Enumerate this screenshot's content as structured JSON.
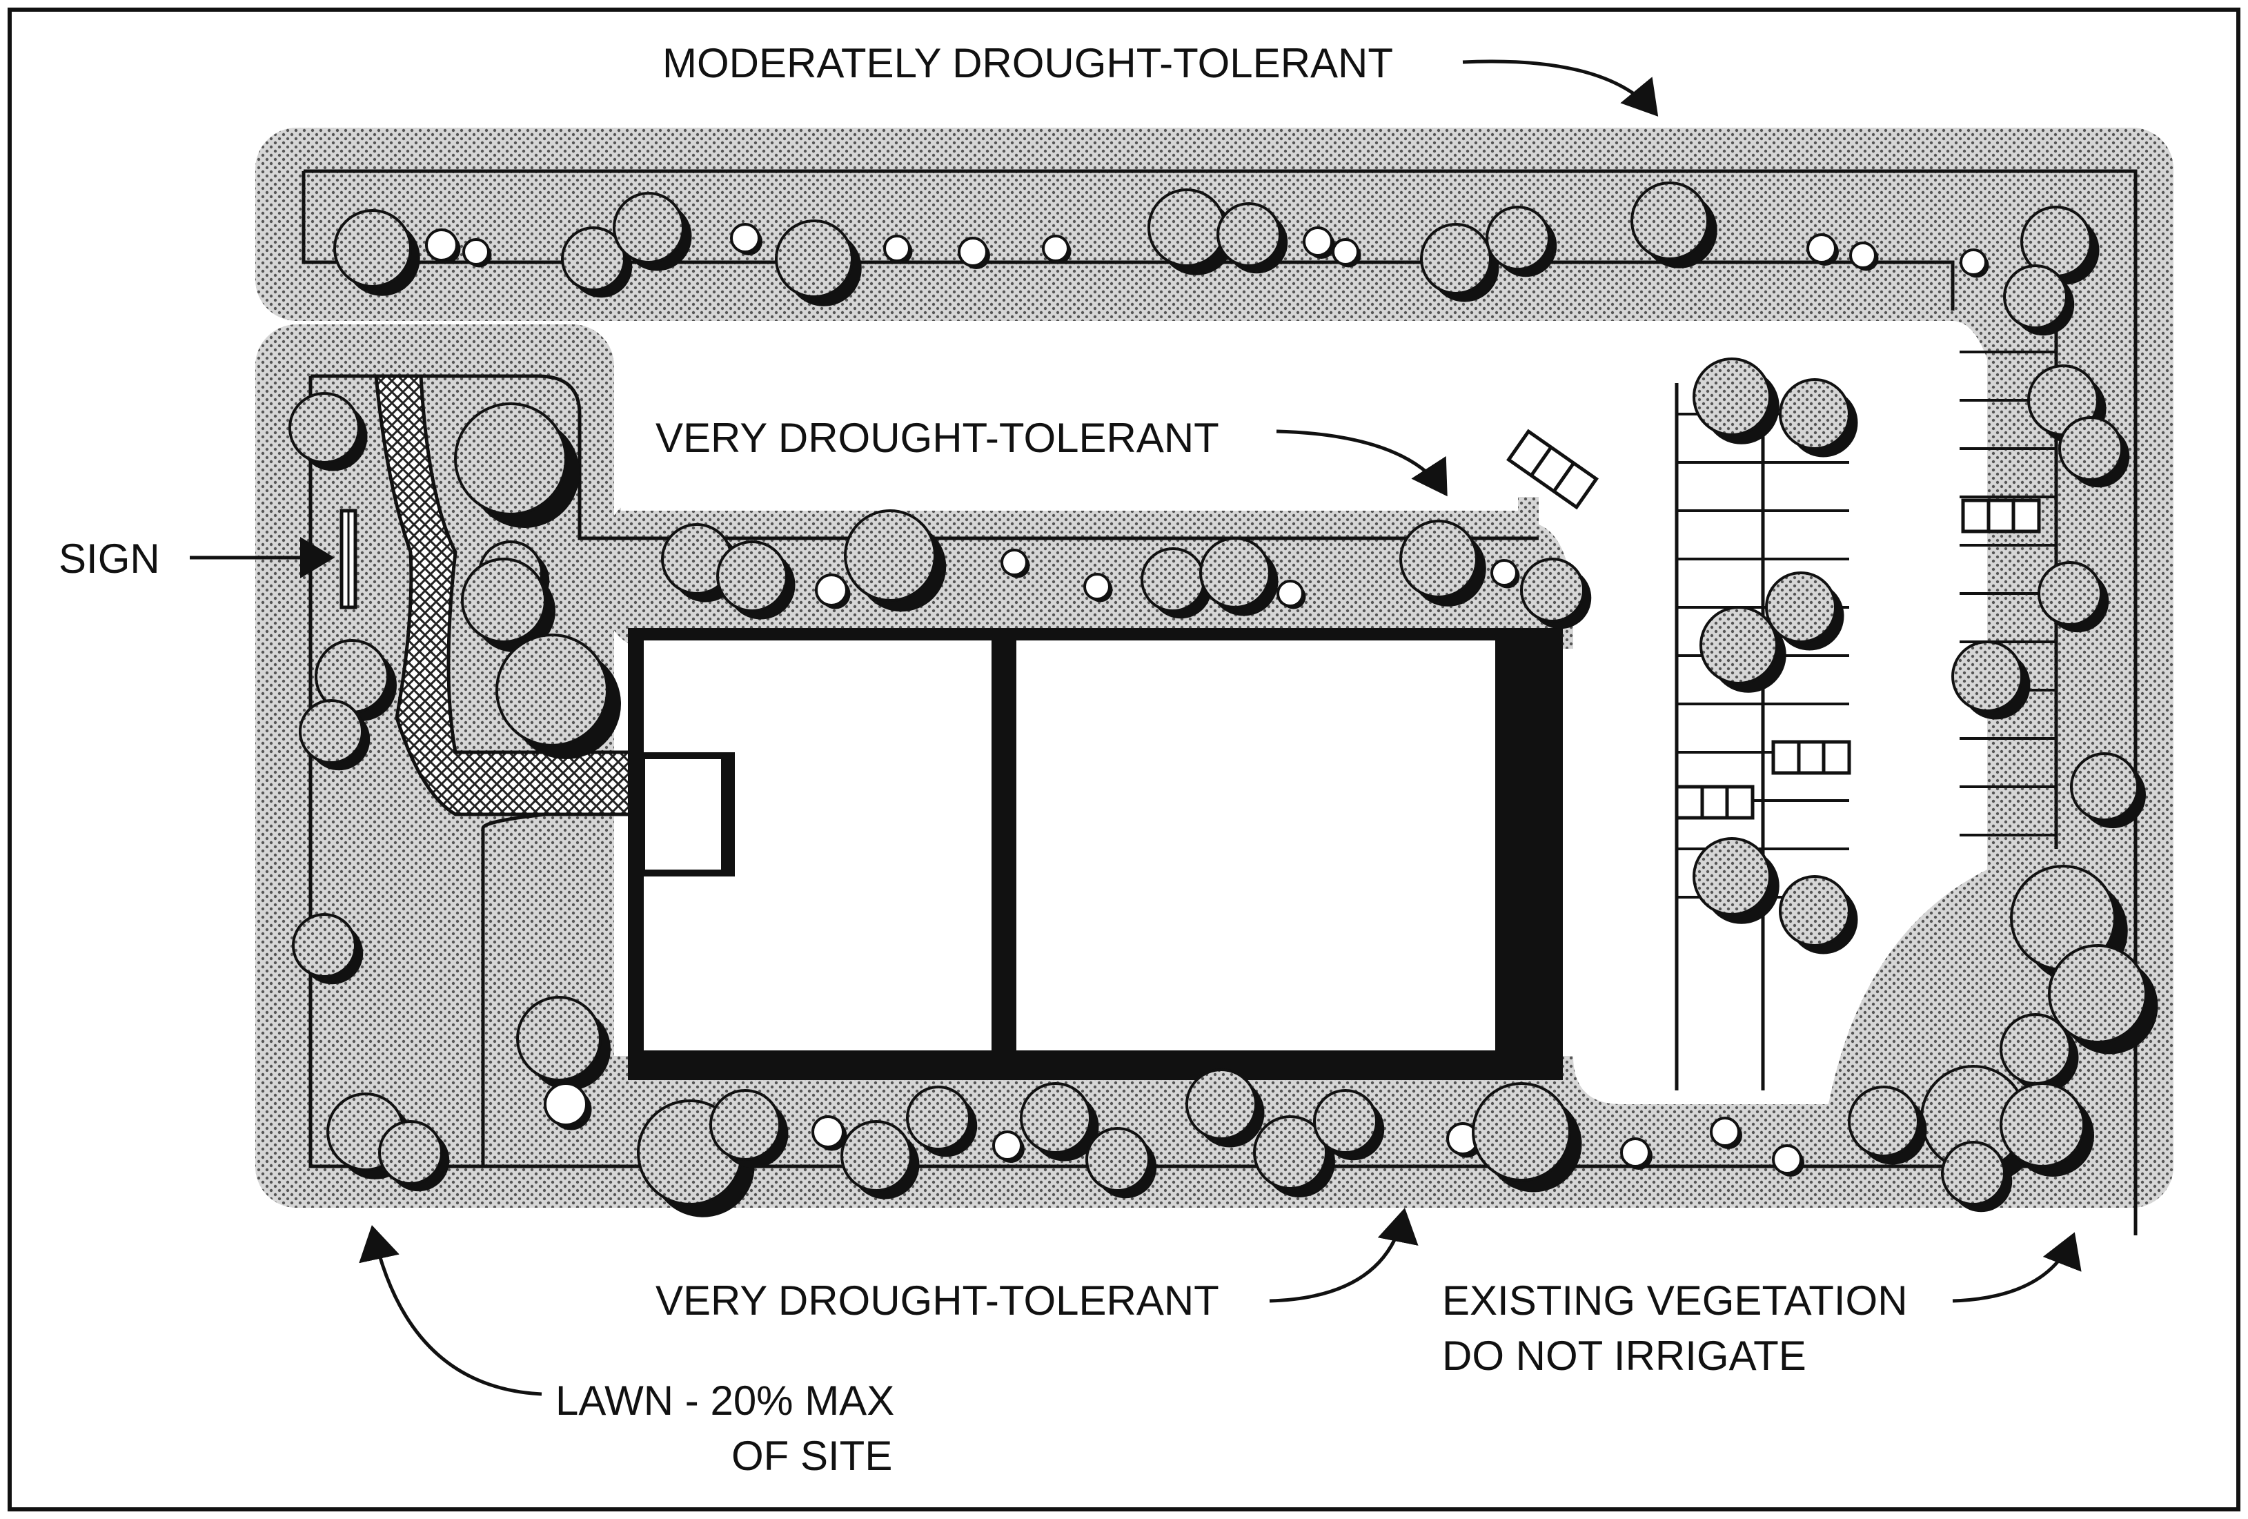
{
  "labels": {
    "moderately_drought_tolerant": "MODERATELY DROUGHT-TOLERANT",
    "very_drought_tolerant_upper": "VERY DROUGHT-TOLERANT",
    "sign": "SIGN",
    "very_drought_tolerant_lower": "VERY DROUGHT-TOLERANT",
    "existing_vegetation_line1": "EXISTING VEGETATION",
    "existing_vegetation_line2": "DO NOT IRRIGATE",
    "lawn_line1": "LAWN - 20% MAX",
    "lawn_line2": "OF SITE"
  },
  "colors": {
    "ink": "#111111",
    "paper": "#ffffff",
    "stipple": "#b9b9b9",
    "crosshatch": "#555555"
  }
}
